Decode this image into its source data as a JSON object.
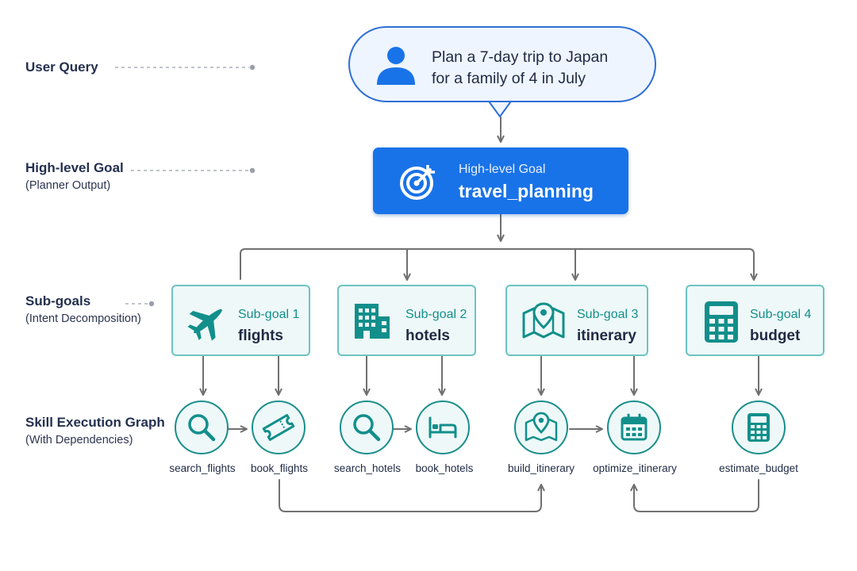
{
  "labels": {
    "user_query": "User Query",
    "high_level_goal": "High-level Goal",
    "high_level_goal_sub": "(Planner Output)",
    "sub_goals": "Sub-goals",
    "sub_goals_sub": "(Intent Decomposition)",
    "skill_graph": "Skill Execution Graph",
    "skill_graph_sub": "(With Dependencies)"
  },
  "query": {
    "line1": "Plan a 7-day trip to Japan",
    "line2": "for a family of 4 in July",
    "icon": "user-icon"
  },
  "goal": {
    "label": "High-level Goal",
    "name": "travel_planning",
    "icon": "target-icon"
  },
  "subgoals": [
    {
      "label": "Sub-goal 1",
      "name": "flights",
      "icon": "airplane-icon"
    },
    {
      "label": "Sub-goal 2",
      "name": "hotels",
      "icon": "building-icon"
    },
    {
      "label": "Sub-goal 3",
      "name": "itinerary",
      "icon": "map-pin-icon"
    },
    {
      "label": "Sub-goal 4",
      "name": "budget",
      "icon": "calculator-icon"
    }
  ],
  "skills": [
    {
      "name": "search_flights",
      "icon": "search-icon"
    },
    {
      "name": "book_flights",
      "icon": "ticket-icon"
    },
    {
      "name": "search_hotels",
      "icon": "search-icon"
    },
    {
      "name": "book_hotels",
      "icon": "bed-icon"
    },
    {
      "name": "build_itinerary",
      "icon": "map-icon"
    },
    {
      "name": "optimize_itinerary",
      "icon": "calendar-icon"
    },
    {
      "name": "estimate_budget",
      "icon": "calculator-icon"
    }
  ],
  "colors": {
    "primary_blue": "#1973e8",
    "teal": "#1a8e8b",
    "teal_border": "#6cc4c2",
    "teal_fill": "#eef8f8",
    "connector": "#707070"
  }
}
